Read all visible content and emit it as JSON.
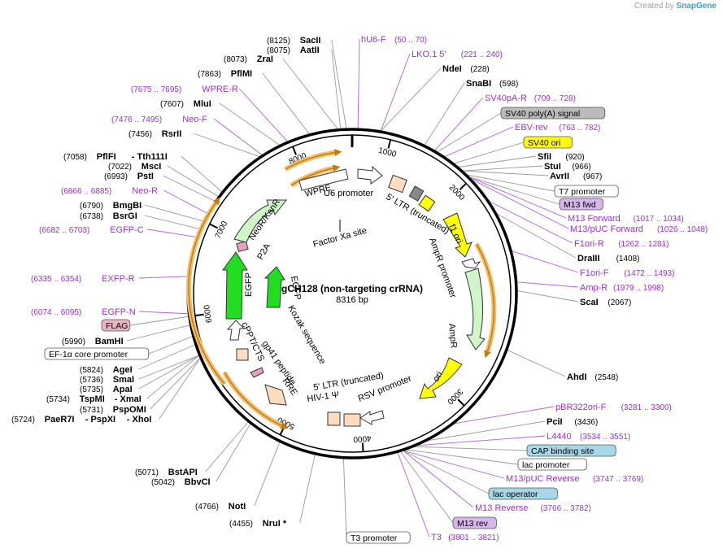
{
  "watermark": {
    "prefix": "Created by",
    "brand": "SnapGene"
  },
  "plasmid": {
    "name": "gCH128 (non-targeting crRNA)",
    "length": "8316 bp"
  },
  "ruler": [
    "1000",
    "2000",
    "3000",
    "4000",
    "5000",
    "6000",
    "7000",
    "8000"
  ],
  "features": {
    "wpre": "WPRE",
    "u6": "U6 promoter",
    "ltr3": "5' LTR (truncated)",
    "f1ori": "f1 ori",
    "ampr_prom": "AmpR promoter",
    "ampr": "AmpR",
    "ori": "ori",
    "rsv": "RSV promoter",
    "ltr5": "5' LTR (truncated)",
    "hiv": "HIV-1 Ψ",
    "rre": "RRE",
    "gp41": "gp41 peptide",
    "cppt": "cPPT/CTS",
    "egfp_left": "EGFP",
    "p2a": "P2A",
    "neor": "NeoR/KanR",
    "kozak": "Kozak sequence",
    "egfp_inner": "EGFP",
    "factorxa": "Factor Xa site"
  },
  "labels": {
    "sacii": {
      "pos": "(8125)",
      "name": "SacII"
    },
    "aatii": {
      "pos": "(8075)",
      "name": "AatII"
    },
    "zrai": {
      "pos": "(8073)",
      "name": "ZraI"
    },
    "pfimi": {
      "pos": "(7863)",
      "name": "PflMI"
    },
    "wprer": {
      "pos": "(7675 .. 7695)",
      "name": "WPRE-R"
    },
    "mlui": {
      "pos": "(7607)",
      "name": "MluI"
    },
    "neof": {
      "pos": "(7476 .. 7495)",
      "name": "Neo-F"
    },
    "rsrii": {
      "pos": "(7456)",
      "name": "RsrII"
    },
    "pflfi": {
      "pos": "(7058)",
      "name": "PflFI",
      "extra": "Tth111I"
    },
    "msci": {
      "pos": "(7022)",
      "name": "MscI"
    },
    "psti": {
      "pos": "(6993)",
      "name": "PstI"
    },
    "neor": {
      "pos": "(6866 .. 6885)",
      "name": "Neo-R"
    },
    "bmgbi": {
      "pos": "(6790)",
      "name": "BmgBI"
    },
    "bsrgi": {
      "pos": "(6738)",
      "name": "BsrGI"
    },
    "egfpc": {
      "pos": "(6682 .. 6703)",
      "name": "EGFP-C"
    },
    "exfpr": {
      "pos": "(6335 .. 6354)",
      "name": "EXFP-R"
    },
    "egfpn": {
      "pos": "(6074 .. 6095)",
      "name": "EGFP-N"
    },
    "flag": {
      "name": "FLAG"
    },
    "bamhi": {
      "pos": "(5990)",
      "name": "BamHI"
    },
    "ef1a": {
      "name": "EF-1α core promoter"
    },
    "agei": {
      "pos": "(5824)",
      "name": "AgeI"
    },
    "smai": {
      "pos": "(5736)",
      "name": "SmaI"
    },
    "apai": {
      "pos": "(5735)",
      "name": "ApaI"
    },
    "tspmi": {
      "pos": "(5734)",
      "name": "TspMI",
      "extra": "XmaI"
    },
    "pspomi": {
      "pos": "(5731)",
      "name": "PspOMI"
    },
    "paer7i": {
      "pos": "(5724)",
      "name": "PaeR7I",
      "extra": "PspXI",
      "extra2": "XhoI"
    },
    "bstapi": {
      "pos": "(5071)",
      "name": "BstAPI"
    },
    "bbvci": {
      "pos": "(5042)",
      "name": "BbvCI"
    },
    "noti": {
      "pos": "(4766)",
      "name": "NotI"
    },
    "nrui": {
      "pos": "(4455)",
      "name": "NruI *"
    },
    "t3prom": {
      "name": "T3 promoter"
    },
    "t3": {
      "name": "T3",
      "pos": "(3801 .. 3821)"
    },
    "m13rev": {
      "name": "M13 rev"
    },
    "m13reverse": {
      "name": "M13 Reverse",
      "pos": "(3766 .. 3782)"
    },
    "lacop": {
      "name": "lac operator"
    },
    "m13pucrev": {
      "name": "M13/pUC Reverse",
      "pos": "(3747 .. 3769)"
    },
    "lacprom": {
      "name": "lac promoter"
    },
    "cap": {
      "name": "CAP binding site"
    },
    "l4440": {
      "name": "L4440",
      "pos": "(3534 .. 3551)"
    },
    "pcii": {
      "name": "PciI",
      "pos": "(3436)"
    },
    "pbr": {
      "name": "pBR322ori-F",
      "pos": "(3281 .. 3300)"
    },
    "ahdi": {
      "name": "AhdI",
      "pos": "(2548)"
    },
    "scai": {
      "name": "ScaI",
      "pos": "(2067)"
    },
    "ampr": {
      "name": "Amp-R",
      "pos": "(1979 .. 1998)"
    },
    "f1orif": {
      "name": "F1ori-F",
      "pos": "(1472 .. 1493)"
    },
    "draiii": {
      "name": "DraIII",
      "pos": "(1408)"
    },
    "f1orir": {
      "name": "F1ori-R",
      "pos": "(1262 .. 1281)"
    },
    "m13pucfwd": {
      "name": "M13/pUC Forward",
      "pos": "(1026 .. 1048)"
    },
    "m13forward": {
      "name": "M13 Forward",
      "pos": "(1017 .. 1034)"
    },
    "m13fwd": {
      "name": "M13 fwd"
    },
    "t7": {
      "name": "T7 promoter"
    },
    "avrii": {
      "name": "AvrII",
      "pos": "(967)"
    },
    "stui": {
      "name": "StuI",
      "pos": "(966)"
    },
    "sfii": {
      "name": "SfiI",
      "pos": "(920)"
    },
    "sv40ori": {
      "name": "SV40 ori"
    },
    "ebvrev": {
      "name": "EBV-rev",
      "pos": "(763 .. 782)"
    },
    "sv40pa": {
      "name": "SV40 poly(A) signal"
    },
    "sv40par": {
      "name": "SV40pA-R",
      "pos": "(709 .. 728)"
    },
    "snabi": {
      "name": "SnaBI",
      "pos": "(598)"
    },
    "ndei": {
      "name": "NdeI",
      "pos": "(228)"
    },
    "lko1": {
      "name": "LKO.1 5'",
      "pos": "(221 .. 240)"
    },
    "hu6f": {
      "name": "hU6-F",
      "pos": "(50 .. 70)"
    }
  },
  "colors": {
    "enzyme": "#000000",
    "primer": "#9b30d0",
    "backbone": "#000000",
    "egfp": "#22dd22",
    "ampr": "#cff5c9",
    "ori": "#ffff00",
    "wpre": "#ffffff",
    "ltr": "#fddcbf",
    "orange_arc": "#e8a33d",
    "swatch_gray": "#bbbbbb",
    "swatch_purple": "#d7b6ee",
    "swatch_blue": "#a8d8e8",
    "swatch_pink": "#e8b5c0"
  }
}
